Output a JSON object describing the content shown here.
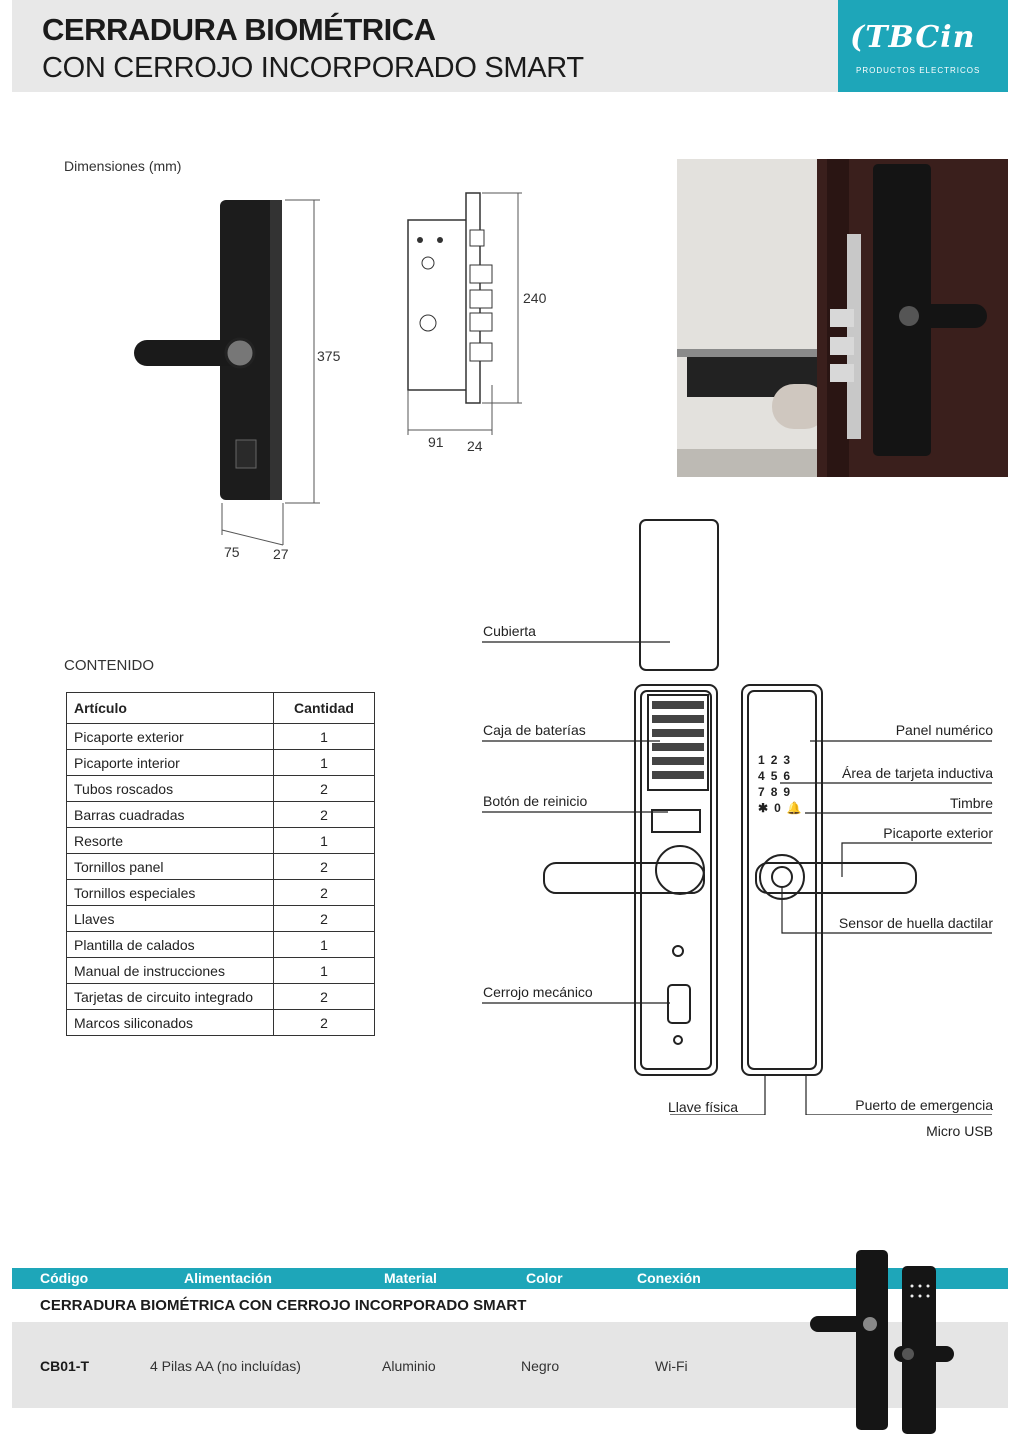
{
  "header": {
    "title_line1": "CERRADURA BIOMÉTRICA",
    "title_line2": "CON CERROJO INCORPORADO SMART",
    "logo_text": "(TBCin",
    "logo_sub": "PRODUCTOS ELECTRICOS"
  },
  "dimensions": {
    "label": "Dimensiones (mm)",
    "height_handle": "375",
    "width_handle": "75",
    "depth_handle": "27",
    "height_lock": "240",
    "width_lock": "91",
    "depth_lock": "24"
  },
  "contents": {
    "title": "CONTENIDO",
    "col_item": "Artículo",
    "col_qty": "Cantidad",
    "rows": [
      {
        "item": "Picaporte exterior",
        "qty": "1"
      },
      {
        "item": "Picaporte interior",
        "qty": "1"
      },
      {
        "item": "Tubos roscados",
        "qty": "2"
      },
      {
        "item": "Barras cuadradas",
        "qty": "2"
      },
      {
        "item": "Resorte",
        "qty": "1"
      },
      {
        "item": "Tornillos panel",
        "qty": "2"
      },
      {
        "item": "Tornillos especiales",
        "qty": "2"
      },
      {
        "item": "Llaves",
        "qty": "2"
      },
      {
        "item": "Plantilla de calados",
        "qty": "1"
      },
      {
        "item": "Manual de instrucciones",
        "qty": "1"
      },
      {
        "item": "Tarjetas de circuito integrado",
        "qty": "2"
      },
      {
        "item": "Marcos siliconados",
        "qty": "2"
      }
    ]
  },
  "diagram": {
    "cubierta": "Cubierta",
    "caja_baterias": "Caja de baterías",
    "boton_reinicio": "Botón de reinicio",
    "cerrojo_mecanico": "Cerrojo mecánico",
    "llave_fisica": "Llave física",
    "panel_numerico": "Panel numérico",
    "area_tarjeta": "Área de tarjeta inductiva",
    "timbre": "Timbre",
    "picaporte_exterior": "Picaporte exterior",
    "sensor_huella": "Sensor de huella dactilar",
    "puerto_emergencia": "Puerto de emergencia",
    "micro_usb": "Micro USB",
    "keys": [
      "1",
      "2",
      "3",
      "4",
      "5",
      "6",
      "7",
      "8",
      "9",
      "✱",
      "0",
      "🔔"
    ]
  },
  "spec": {
    "headers": [
      "Código",
      "Alimentación",
      "Material",
      "Color",
      "Conexión"
    ],
    "product_name": "CERRADURA BIOMÉTRICA CON CERROJO INCORPORADO SMART",
    "code": "CB01-T",
    "power": "4 Pilas AA (no incluídas)",
    "material": "Aluminio",
    "color": "Negro",
    "connection": "Wi-Fi"
  },
  "colors": {
    "accent": "#1ea6b9",
    "header_bg": "#e8e8e8",
    "row_bg": "#e5e5e5"
  }
}
